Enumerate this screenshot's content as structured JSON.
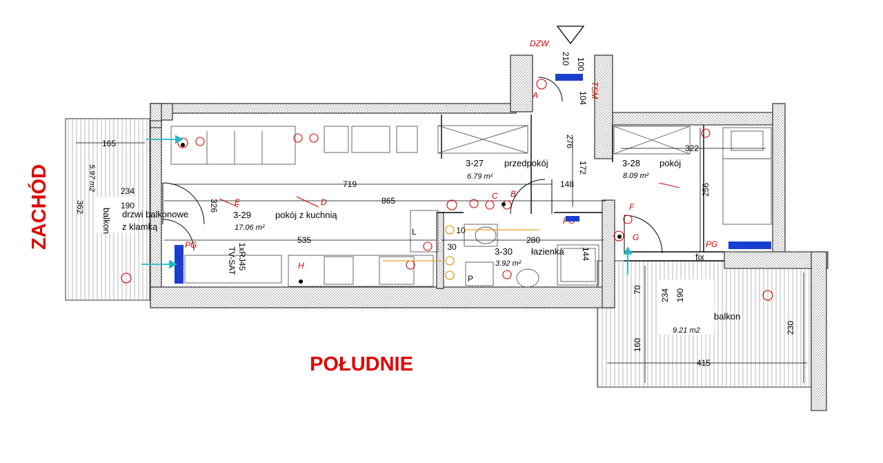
{
  "orientation": {
    "west": "ZACHÓD",
    "south": "POŁUDNIE"
  },
  "rooms": [
    {
      "id": "3-29",
      "name": "pokój z kuchnią",
      "area": "17.06 m²"
    },
    {
      "id": "3-27",
      "name": "przedpokój",
      "area": "6.79 m²"
    },
    {
      "id": "3-28",
      "name": "pokój",
      "area": "8.09 m²"
    },
    {
      "id": "3-30",
      "name": "łazienka",
      "area": "3.92 m²"
    }
  ],
  "balconies": {
    "west": {
      "label": "balkon",
      "area": "5.97 m2",
      "dims": [
        "234",
        "190",
        "362",
        "165"
      ]
    },
    "south": {
      "label": "balkon",
      "area": "9.21 m2",
      "dims": [
        "190",
        "234",
        "230",
        "415",
        "160",
        "70"
      ]
    }
  },
  "dimensions": {
    "d719": "719",
    "d865": "865",
    "d535": "535",
    "d280": "280",
    "d148": "148",
    "d322": "322",
    "d256": "256",
    "d326": "326",
    "d172": "172",
    "d276": "276",
    "d104": "104",
    "d100": "100",
    "d210": "210",
    "d30": "30",
    "d10": "10",
    "d144": "144"
  },
  "annotations": {
    "balcony_door": "drzwi balkonowe",
    "handle": "z klamką",
    "fix": "fix",
    "door_entry": "DZW.",
    "tsm": "TSM",
    "network": "1xRJ45",
    "tv": "TV-SAT",
    "pg": "PG",
    "letters": [
      "A",
      "B",
      "C",
      "D",
      "E",
      "F",
      "G",
      "H",
      "L",
      "P"
    ]
  },
  "colors": {
    "wall_hatch": "#b8b8b8",
    "electrical": "#d40000",
    "radiator": "#1a3fd0",
    "ventilation": "#22b8c8",
    "gas": "#e0a020",
    "compass": "#e00000"
  }
}
